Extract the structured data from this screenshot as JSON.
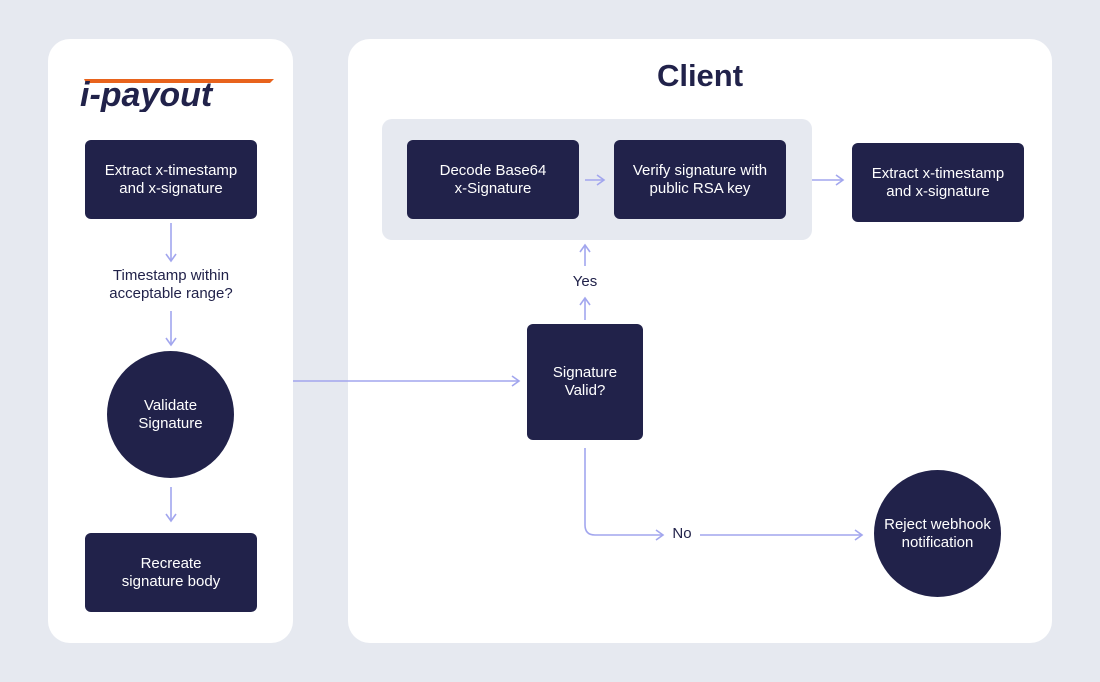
{
  "title": "Client",
  "logo": {
    "text": "i-payout",
    "colors": {
      "text": "#21224a",
      "swoosh": "#e8631c"
    }
  },
  "colors": {
    "node": "#21224a",
    "arrow": "#a2a6ee",
    "panel": "#ffffff",
    "background": "#e6e9f0"
  },
  "nodes": {
    "extract_left": "Extract x-timestamp\nand x-signature",
    "timestamp_question": "Timestamp within\nacceptable range?",
    "validate": "Validate\nSignature",
    "recreate": "Recreate\nsignature body",
    "decode": "Decode Base64\nx-Signature",
    "verify": "Verify signature with\npublic RSA key",
    "extract_right": "Extract x-timestamp\nand x-signature",
    "signature_valid": "Signature\nValid?",
    "reject": "Reject webhook\nnotification"
  },
  "edge_labels": {
    "yes": "Yes",
    "no": "No"
  }
}
